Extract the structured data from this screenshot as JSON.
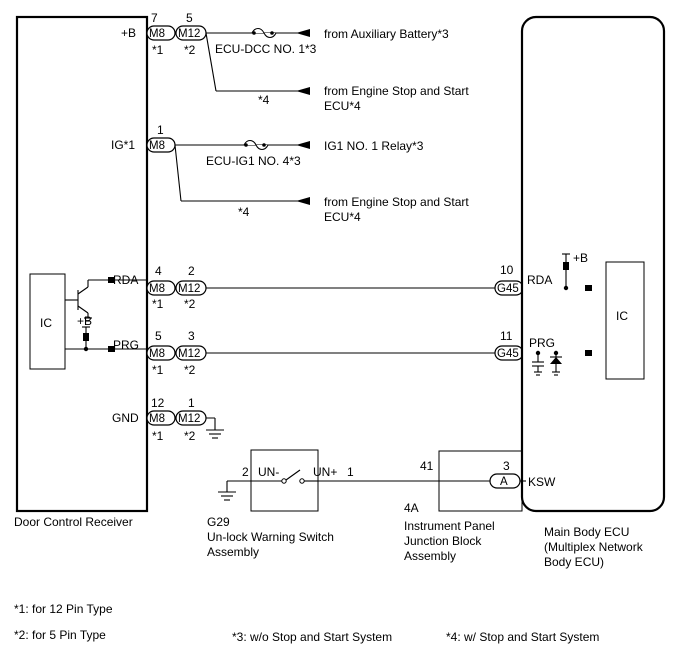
{
  "diagram": {
    "door_control_receiver": {
      "name": "Door Control Receiver",
      "ic": "IC",
      "terminals": {
        "b": "+B",
        "ig": "IG*1",
        "rda": "RDA",
        "prg": "PRG",
        "gnd": "GND",
        "internal_b": "+B"
      }
    },
    "main_body_ecu": {
      "name_line1": "Main Body ECU",
      "name_line2": "(Multiplex Network",
      "name_line3": "Body ECU)",
      "ic": "IC",
      "terminals": {
        "rda": "RDA",
        "prg": "PRG",
        "ksw": "KSW",
        "internal_b": "+B"
      },
      "pins": {
        "rda": "10",
        "prg": "11",
        "ksw": "3"
      },
      "connectors": {
        "rda": "G45",
        "prg": "G45",
        "ksw": "A"
      }
    },
    "connectors": {
      "m8": "M8",
      "m12": "M12",
      "note1": "*1",
      "note2": "*2",
      "note4": "*4"
    },
    "pins": {
      "b_m8": "7",
      "b_m12": "5",
      "ig_m8": "1",
      "rda_m8": "4",
      "rda_m12": "2",
      "prg_m8": "5",
      "prg_m12": "3",
      "gnd_m8": "12",
      "gnd_m12": "1"
    },
    "fuses": {
      "ecu_dcc": "ECU-DCC NO. 1*3",
      "ecu_ig1": "ECU-IG1 NO. 4*3"
    },
    "sources": {
      "aux_battery": "from Auxiliary Battery*3",
      "engine1_line1": "from Engine Stop and Start",
      "engine1_line2": "ECU*4",
      "ig1_relay": "IG1 NO. 1 Relay*3",
      "engine2_line1": "from Engine Stop and Start",
      "engine2_line2": "ECU*4"
    },
    "switch": {
      "code": "G29",
      "name_line1": "Un-lock Warning Switch",
      "name_line2": "Assembly",
      "term_minus": "UN-",
      "term_plus": "UN+",
      "pin_minus": "2",
      "pin_plus": "1"
    },
    "junction_block": {
      "code": "4A",
      "name_line1": "Instrument Panel",
      "name_line2": "Junction Block",
      "name_line3": "Assembly",
      "pin": "41"
    }
  },
  "footnotes": {
    "n1": "*1: for 12 Pin Type",
    "n2": "*2: for 5 Pin Type",
    "n3": "*3: w/o Stop and Start System",
    "n4": "*4: w/ Stop and Start System"
  }
}
